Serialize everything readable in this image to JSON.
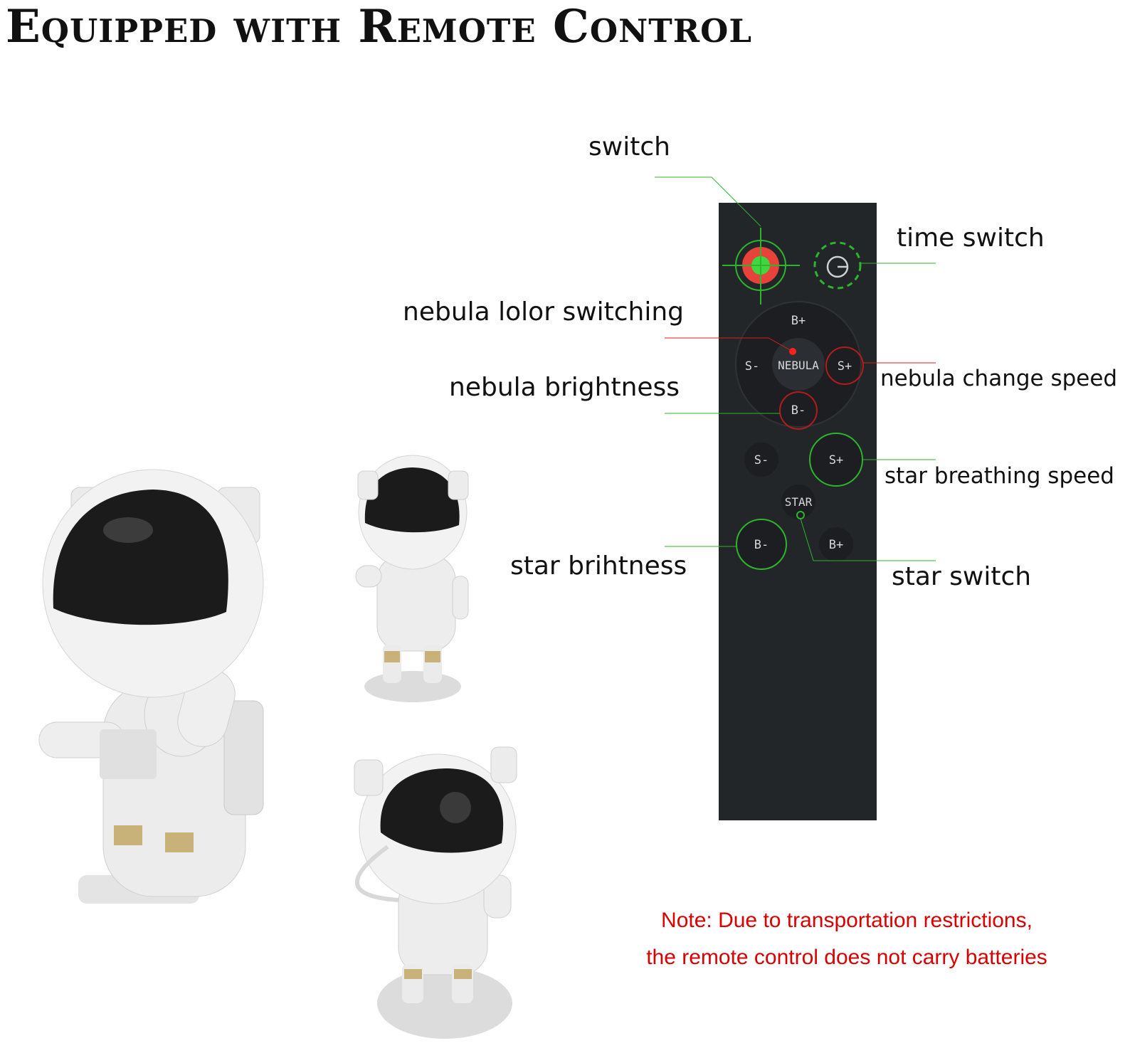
{
  "header": {
    "title": "Equipped with Remote Control"
  },
  "callouts": {
    "switch": "switch",
    "time_switch": "time switch",
    "nebula_color_switching": "nebula lolor switching",
    "nebula_brightness": "nebula brightness",
    "nebula_change_speed": "nebula change speed",
    "star_breathing_speed": "star breathing speed",
    "star_brightness": "star brihtness",
    "star_switch": "star switch"
  },
  "remote": {
    "buttons": {
      "nebula_b_plus": "B+",
      "nebula_s_minus": "S-",
      "nebula": "NEBULA",
      "nebula_s_plus": "S+",
      "nebula_b_minus": "B-",
      "star_s_minus": "S-",
      "star_s_plus": "S+",
      "star": "STAR",
      "star_b_minus": "B-",
      "star_b_plus": "B+"
    }
  },
  "note": {
    "line1": "Note: Due to transportation restrictions,",
    "line2": "the remote control does not carry batteries"
  },
  "colors": {
    "accent_green": "#2db52d",
    "accent_red": "#d91e1e",
    "remote_body": "#232629",
    "note_red": "#d90000"
  }
}
